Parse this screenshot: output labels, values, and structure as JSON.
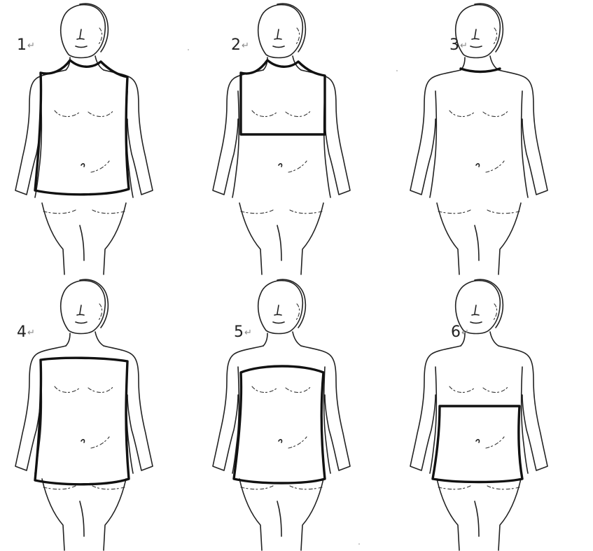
{
  "figures": [
    {
      "id": 1,
      "label": "1",
      "return_mark": "↵",
      "highlight": "torso-front"
    },
    {
      "id": 2,
      "label": "2",
      "return_mark": "↵",
      "highlight": "chest-band"
    },
    {
      "id": 3,
      "label": "3",
      "return_mark": "↵",
      "highlight": "neck-collar"
    },
    {
      "id": 4,
      "label": "4",
      "return_mark": "↵",
      "highlight": "torso-full-shoulder"
    },
    {
      "id": 5,
      "label": "5",
      "return_mark": "↵",
      "highlight": "torso-strapless"
    },
    {
      "id": 6,
      "label": "6",
      "return_mark": "↵",
      "highlight": "midriff-band"
    }
  ],
  "colors": {
    "line": "#222222",
    "highlight": "#111111",
    "background": "#ffffff"
  }
}
